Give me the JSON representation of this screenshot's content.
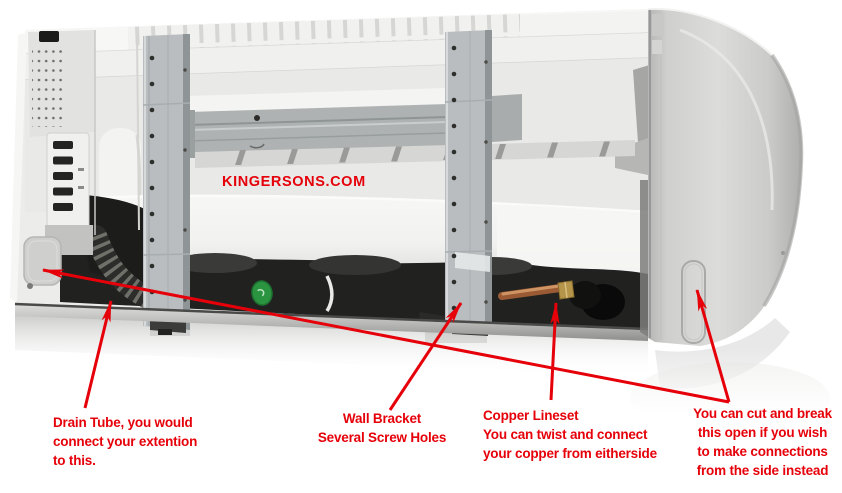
{
  "photo": {
    "alt": "Back of a ductless mini-split indoor air conditioner unit",
    "parts": [
      "drain-tube",
      "wall-bracket",
      "bracket-crossbar",
      "copper-lineset",
      "brass-flare-nut",
      "terminal-block",
      "refrigerant-pipes",
      "foam-insulation",
      "left-knockout-cover",
      "right-end-cap",
      "side-knockout-cover",
      "green-sticker"
    ]
  },
  "colors": {
    "annotation": "#e60009",
    "copper": "#9a5a34",
    "sticker_green": "#2a9440"
  },
  "watermark": {
    "label": "KINGERSONS.COM"
  },
  "annotations": {
    "drain_tube": {
      "text": "Drain Tube, you would\nconnect your extention\nto this."
    },
    "wall_bracket": {
      "text": "Wall Bracket\nSeveral Screw Holes"
    },
    "copper_lineset": {
      "text": "Copper Lineset\nYou can twist and connect\nyour copper from eitherside"
    },
    "side_knockout": {
      "text": "You can cut and break\nthis open if you wish\nto make connections\nfrom the side instead"
    }
  }
}
